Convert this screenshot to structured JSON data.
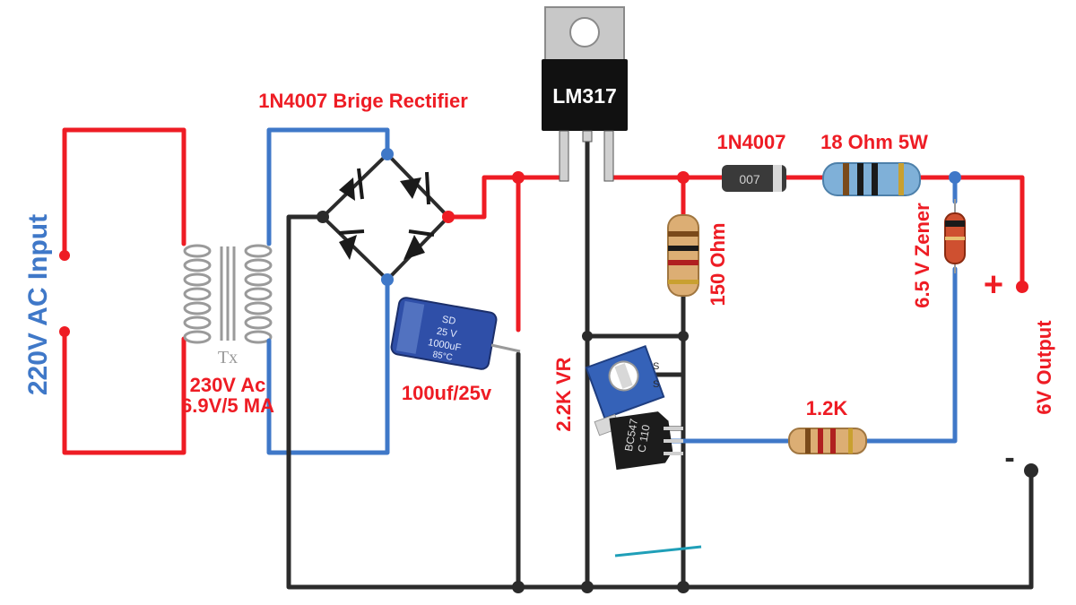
{
  "labels": {
    "input": "220V AC Input",
    "rectifier": "1N4007 Brige Rectifier",
    "regulator": "LM317",
    "diode": "1N4007",
    "power_resistor": "18 Ohm 5W",
    "resistor_150": "150 Ohm",
    "zener": "6.5 V Zener",
    "output": "6V Output",
    "capacitor": "100uf/25v",
    "transformer_spec_line1": "230V Ac",
    "transformer_spec_line2": "6.9V/5 MA",
    "transformer_tag": "Tx",
    "vr": "2.2K VR",
    "resistor_12k": "1.2K",
    "plus": "+",
    "minus": "-"
  },
  "component_markings": {
    "capacitor_top": "SD",
    "capacitor_voltage": "25 V",
    "capacitor_value": "1000uF",
    "capacitor_temp": "85°C",
    "transistor_line1": "BC547",
    "transistor_line2": "C 110",
    "diode_body": "007"
  },
  "colors": {
    "wire_red": "#ee1c24",
    "wire_blue": "#3f78c8",
    "wire_black": "#2b2b2b"
  }
}
